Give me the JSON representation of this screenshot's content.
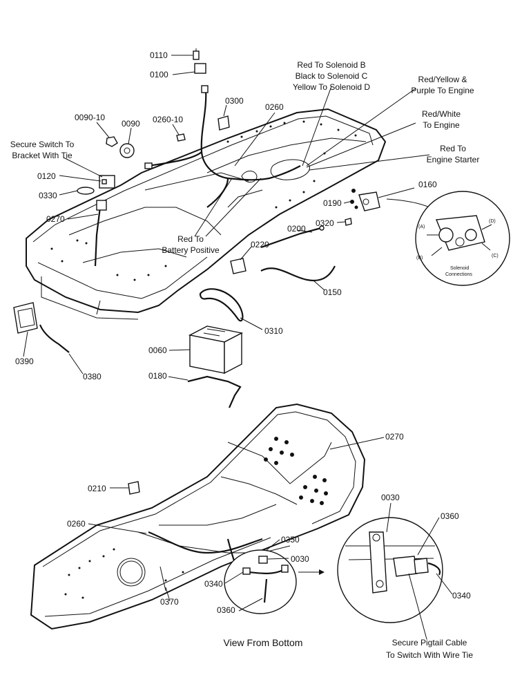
{
  "labels": {
    "p0110": "0110",
    "p0100": "0100",
    "p0090_10": "0090-10",
    "p0090": "0090",
    "p0260_10": "0260-10",
    "p0300": "0300",
    "p0260_top": "0260",
    "p0120": "0120",
    "p0330": "0330",
    "p0270_top": "0270",
    "p0160": "0160",
    "p0190": "0190",
    "p0320": "0320",
    "p0200": "0200",
    "p0220": "0220",
    "p0150": "0150",
    "p0310": "0310",
    "p0060": "0060",
    "p0180": "0180",
    "p0390": "0390",
    "p0380": "0380",
    "p0270_bottom": "0270",
    "p0210": "0210",
    "p0260_bottom": "0260",
    "p0350": "0350",
    "p0030_left": "0030",
    "p0340_left": "0340",
    "p0360_left": "0360",
    "p0370": "0370",
    "p0030_right": "0030",
    "p0360_right": "0360",
    "p0340_right": "0340"
  },
  "notes": {
    "solenoid_line1": "Red To Solenoid B",
    "solenoid_line2": "Black to Solenoid C",
    "solenoid_line3": "Yellow To Solenoid D",
    "red_yellow_line1": "Red/Yellow &",
    "red_yellow_line2": "Purple To Engine",
    "red_white_line1": "Red/White",
    "red_white_line2": "To Engine",
    "red_starter_line1": "Red To",
    "red_starter_line2": "Engine Starter",
    "secure_switch_line1": "Secure Switch To",
    "secure_switch_line2": "Bracket With Tie",
    "red_battery_line1": "Red To",
    "red_battery_line2": "Battery Positive",
    "pigtail_line1": "Secure Pigtail Cable",
    "pigtail_line2": "To Switch With Wire Tie"
  },
  "solenoid_inset": {
    "a": "(A)",
    "b": "(B)",
    "c": "(C)",
    "d": "(D)",
    "caption_line1": "Solenoid",
    "caption_line2": "Connections"
  },
  "view_caption": "View From Bottom"
}
